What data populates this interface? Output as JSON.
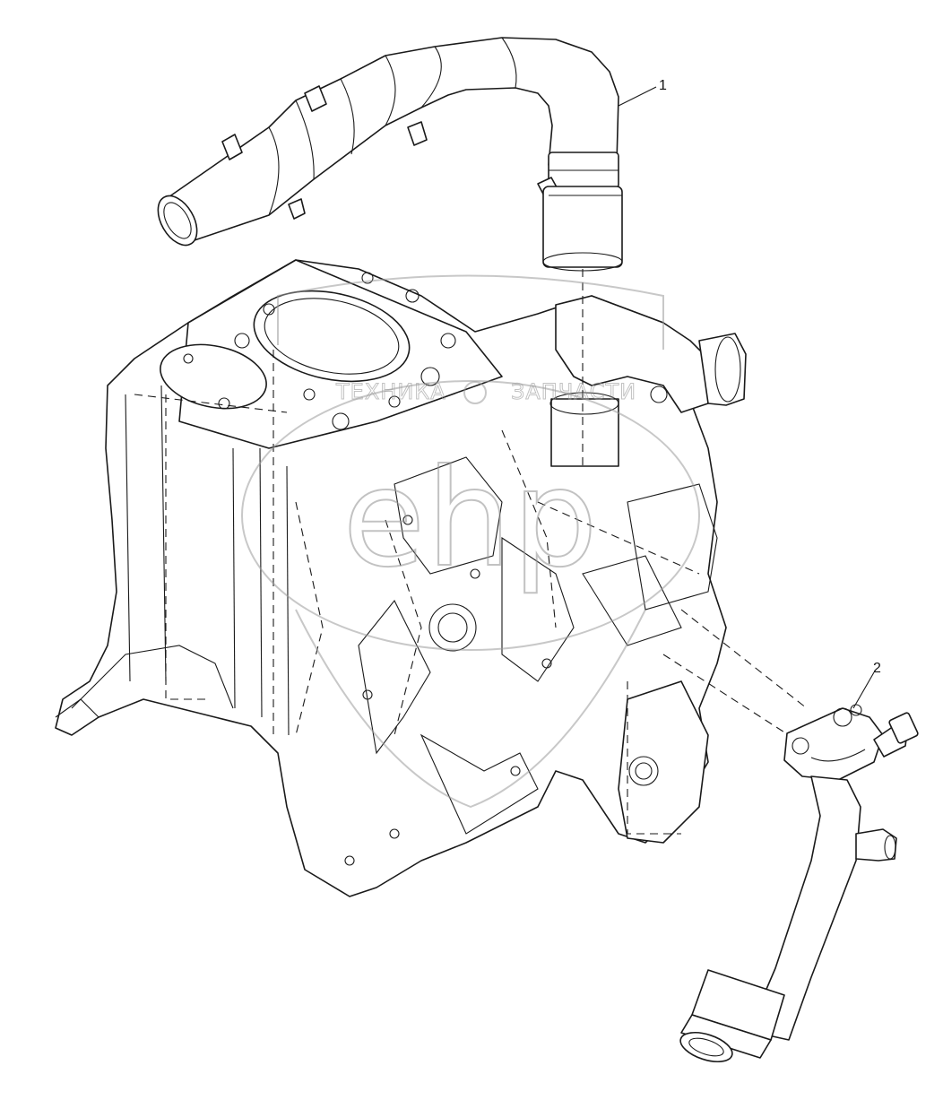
{
  "callouts": [
    {
      "id": "1",
      "label": "1"
    },
    {
      "id": "2",
      "label": "2"
    }
  ],
  "watermark": {
    "left_text": "ТЕХНИКА",
    "right_text": "ЗАПЧАСТИ",
    "logo_letters": "ehp"
  },
  "colors": {
    "line": "#1a1a1a",
    "watermark": "#9a9a9a",
    "background": "#ffffff"
  }
}
